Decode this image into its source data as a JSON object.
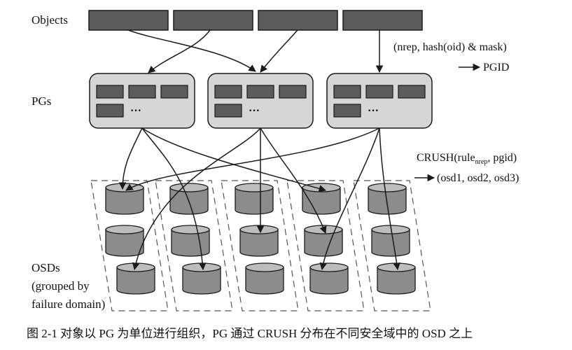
{
  "labels": {
    "objects": "Objects",
    "pgs": "PGs",
    "osds_line1": "OSDs",
    "osds_line2": "(grouped by",
    "osds_line3": "failure domain)",
    "ellipsis": "···"
  },
  "annotations": {
    "hash_formula": "(nrep, hash(oid) & mask)",
    "pgid": "PGID",
    "crush_prefix": "CRUSH(rule",
    "crush_sub": "nrep",
    "crush_suffix": ", pgid)",
    "osd_tuple": "(osd1, osd2, osd3)"
  },
  "caption": "图 2-1   对象以 PG 为单位进行组织，PG 通过 CRUSH 分布在不同安全域中的 OSD 之上",
  "colors": {
    "box_fill": "#5c5c5c",
    "pg_container_fill": "#d6d6d6",
    "cylinder_body": "#8c8c8c",
    "cylinder_top": "#bdbdbd",
    "stroke": "#1a1a1a",
    "dashed": "#555555"
  }
}
